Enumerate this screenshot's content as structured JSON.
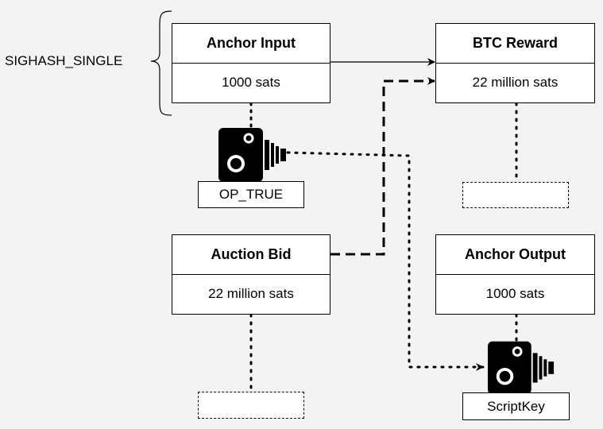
{
  "nodes": {
    "anchor_input": {
      "title": "Anchor Input",
      "value": "1000 sats"
    },
    "btc_reward": {
      "title": "BTC Reward",
      "value": "22 million sats"
    },
    "auction_bid": {
      "title": "Auction Bid",
      "value": "22 million sats"
    },
    "anchor_output": {
      "title": "Anchor Output",
      "value": "1000 sats"
    }
  },
  "labels": {
    "sighash": "SIGHASH_SINGLE",
    "op_true": "OP_TRUE",
    "script_key": "ScriptKey"
  },
  "icons": {
    "camera_left": "camera-icon",
    "camera_right": "camera-icon"
  },
  "colors": {
    "background": "#f3f3f3",
    "stroke": "#000000",
    "box_fill": "#ffffff"
  }
}
